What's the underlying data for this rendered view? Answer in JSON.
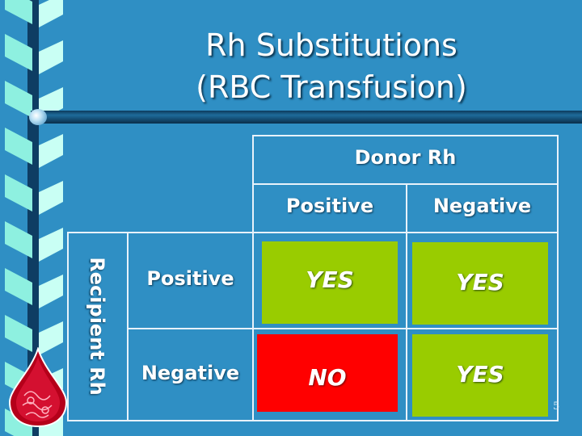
{
  "slide": {
    "title_line1": "Rh Substitutions",
    "title_line2": "(RBC Transfusion)",
    "page_number": "5"
  },
  "table": {
    "donor_header": "Donor Rh",
    "recipient_header": "Recipient Rh",
    "columns": [
      "Positive",
      "Negative"
    ],
    "rows": [
      {
        "label": "Positive",
        "cells": [
          "YES",
          "YES"
        ]
      },
      {
        "label": "Negative",
        "cells": [
          "NO",
          "YES"
        ]
      }
    ]
  },
  "colors": {
    "background": "#2f8fc4",
    "yes": "#99cc00",
    "no": "#ff0000"
  }
}
